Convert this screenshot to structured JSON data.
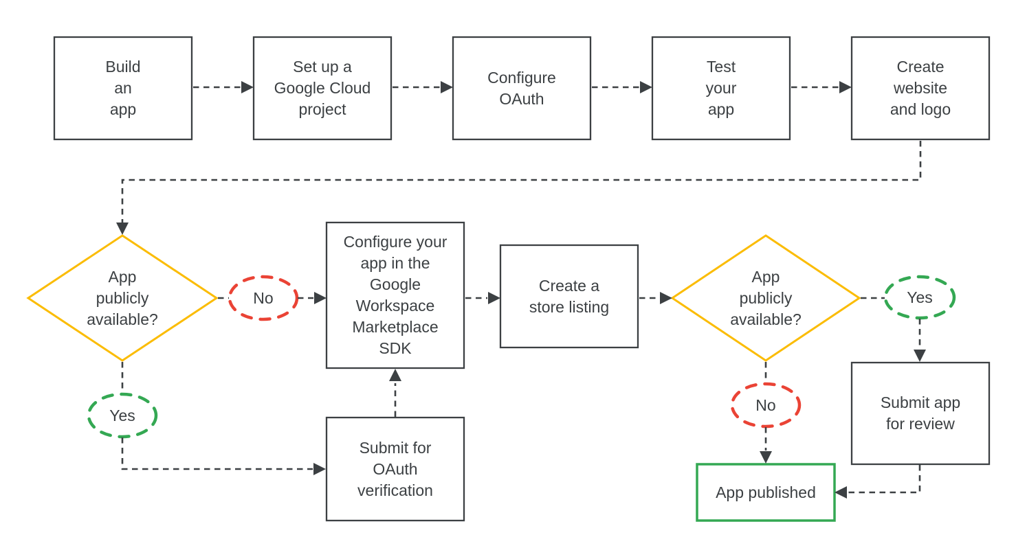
{
  "colors": {
    "outline": "#3c4043",
    "text": "#3c4043",
    "yellow": "#fbbc04",
    "green": "#34a853",
    "red": "#ea4335",
    "box_fill": "#ffffff"
  },
  "nodes": {
    "build_app": {
      "label": "Build\nan\napp"
    },
    "setup_project": {
      "label": "Set up a\nGoogle Cloud\nproject"
    },
    "configure_oauth": {
      "label": "Configure\nOAuth"
    },
    "test_app": {
      "label": "Test\nyour\napp"
    },
    "create_website": {
      "label": "Create\nwebsite\nand logo"
    },
    "decision_public_1": {
      "label": "App\npublicly\navailable?"
    },
    "no_1": {
      "label": "No"
    },
    "yes_1": {
      "label": "Yes"
    },
    "configure_sdk": {
      "label": "Configure your\napp in the\nGoogle\nWorkspace\nMarketplace\nSDK"
    },
    "store_listing": {
      "label": "Create a\nstore listing"
    },
    "decision_public_2": {
      "label": "App\npublicly\navailable?"
    },
    "yes_2": {
      "label": "Yes"
    },
    "no_2": {
      "label": "No"
    },
    "submit_oauth": {
      "label": "Submit for\nOAuth\nverification"
    },
    "submit_review": {
      "label": "Submit app\nfor review"
    },
    "app_published": {
      "label": "App published"
    }
  }
}
